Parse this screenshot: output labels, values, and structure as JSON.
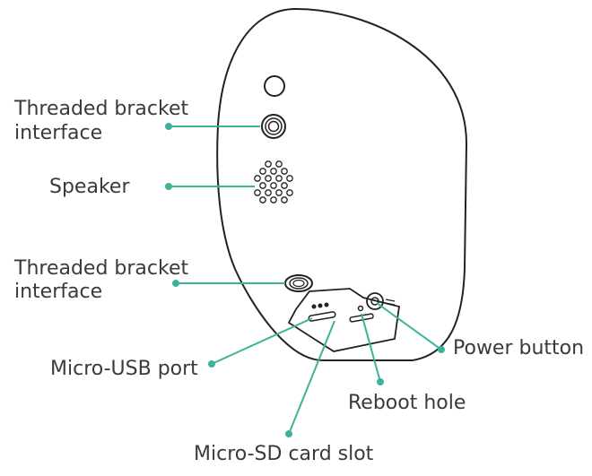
{
  "diagram": {
    "labels": {
      "threaded_bracket_top_line1": "Threaded bracket",
      "threaded_bracket_top_line2": "interface",
      "speaker": "Speaker",
      "threaded_bracket_bottom_line1": "Threaded bracket",
      "threaded_bracket_bottom_line2": "interface",
      "micro_usb_port": "Micro-USB port",
      "micro_sd_card_slot": "Micro-SD card slot",
      "reboot_hole": "Reboot hole",
      "power_button": "Power button"
    },
    "colors": {
      "leader_line": "#3bb39a",
      "outline": "#222222",
      "text": "#3a3a3a"
    }
  }
}
